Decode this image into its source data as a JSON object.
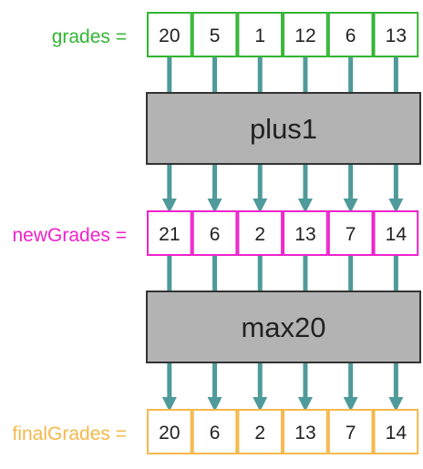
{
  "colors": {
    "grades": "#33b533",
    "newGrades": "#ee22cc",
    "finalGrades": "#f5b84a",
    "arrow": "#4f9a9a",
    "box_fill": "#b3b3b3",
    "box_stroke": "#333333",
    "text": "#222222"
  },
  "arrays": [
    {
      "label": "grades =",
      "color_key": "grades",
      "values": [
        "20",
        "5",
        "1",
        "12",
        "6",
        "13"
      ]
    },
    {
      "label": "newGrades =",
      "color_key": "newGrades",
      "values": [
        "21",
        "6",
        "2",
        "13",
        "7",
        "14"
      ]
    },
    {
      "label": "finalGrades =",
      "color_key": "finalGrades",
      "values": [
        "20",
        "6",
        "2",
        "13",
        "7",
        "14"
      ]
    }
  ],
  "functions": [
    {
      "label": "plus1"
    },
    {
      "label": "max20"
    }
  ]
}
